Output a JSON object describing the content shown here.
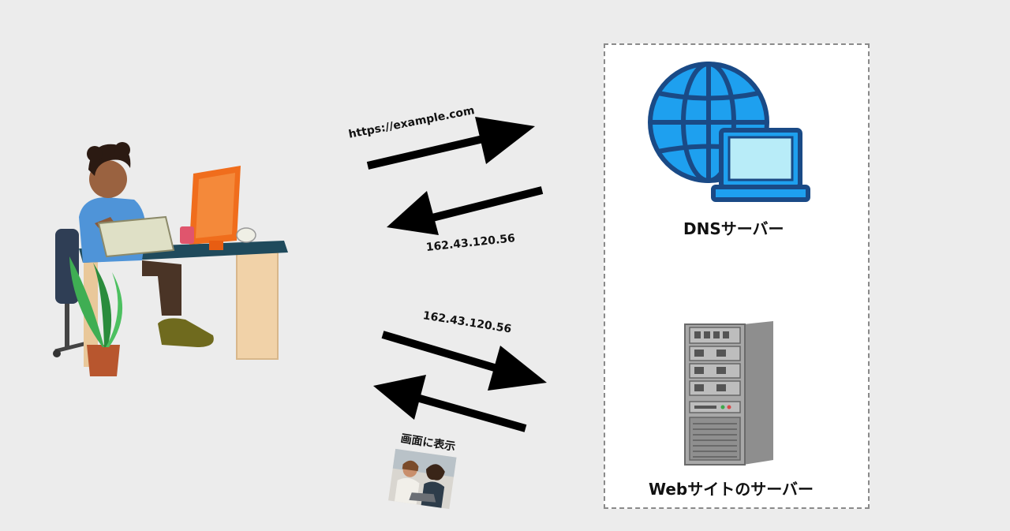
{
  "dns": {
    "caption": "DNSサーバー",
    "icon": "globe-laptop-icon"
  },
  "web": {
    "caption": "Webサイトのサーバー",
    "icon": "server-tower-icon"
  },
  "flows": {
    "url_label": "https://example.com",
    "ip_reply_label": "162.43.120.56",
    "ip_request_label": "162.43.120.56",
    "display_label": "画面に表示"
  },
  "colors": {
    "background": "#ececec",
    "globe_blue": "#1ea0ef",
    "globe_outline": "#1a4a86",
    "screen_cyan": "#b8ecf8",
    "arrow": "#000000",
    "server_gray": "#9e9e9e"
  }
}
